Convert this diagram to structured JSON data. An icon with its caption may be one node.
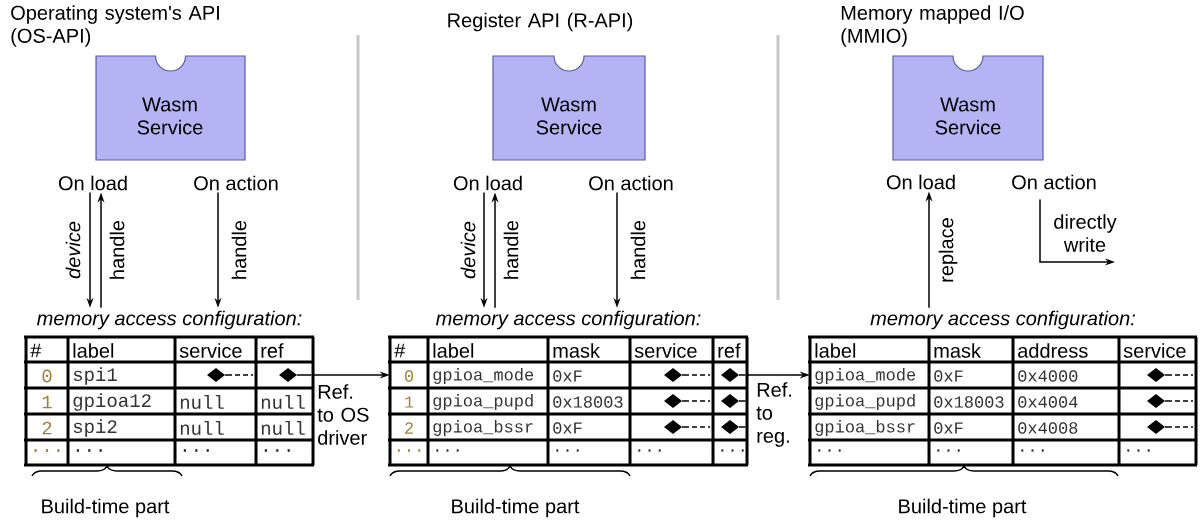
{
  "diagram": {
    "nodes": [
      {
        "text": [
          "Wasm Service"
        ]
      },
      {
        "text": [
          "On load"
        ]
      },
      {
        "text": [
          "On action"
        ]
      },
      {
        "text": [
          "memory access configuration:"
        ]
      },
      {
        "text": [
          "Wasm Service"
        ]
      },
      {
        "text": [
          "On load"
        ]
      },
      {
        "text": [
          "On action"
        ]
      },
      {
        "text": [
          "memory access configuration:"
        ]
      },
      {
        "text": [
          "Wasm Service"
        ]
      },
      {
        "text": [
          "On load"
        ]
      },
      {
        "text": [
          "On action"
        ]
      },
      {
        "text": [
          "memory access configuration:"
        ]
      }
    ],
    "edges": [
      {
        "from": 1,
        "to": 3,
        "arrow": "to",
        "label": "device"
      },
      {
        "from": 3,
        "to": 1,
        "arrow": "to",
        "label": "handle"
      },
      {
        "from": 2,
        "to": 3,
        "arrow": "to",
        "label": "handle"
      },
      {
        "from": 3,
        "to": 7,
        "arrow": "to",
        "label": "Ref. to OS driver"
      },
      {
        "from": 5,
        "to": 7,
        "arrow": "to",
        "label": "device"
      },
      {
        "from": 7,
        "to": 5,
        "arrow": "to",
        "label": "handle"
      },
      {
        "from": 6,
        "to": 7,
        "arrow": "to",
        "label": "handle"
      },
      {
        "from": 7,
        "to": 11,
        "arrow": "to",
        "label": "Ref. to reg."
      },
      {
        "from": 11,
        "to": 9,
        "arrow": "to",
        "label": "replace"
      },
      {
        "from": 10,
        "to": null,
        "arrow": "to",
        "label": "directly write"
      }
    ],
    "labels": [
      "Operating system's API (OS-API)",
      "Register API (R-API)",
      "Memory mapped I/O (MMIO)",
      "#",
      "label",
      "service",
      "ref",
      "0",
      "spi1",
      "1",
      "gpioa12",
      "null",
      "null",
      "2",
      "spi2",
      "null",
      "null",
      "...",
      "...",
      "...",
      "...",
      "#",
      "label",
      "mask",
      "service",
      "ref",
      "0",
      "gpioa_mode",
      "0xF",
      "1",
      "gpioa_pupd",
      "0x18003",
      "2",
      "gpioa_bssr",
      "0xF",
      "...",
      "...",
      "...",
      "...",
      "...",
      "label",
      "mask",
      "address",
      "service",
      "gpioa_mode",
      "0xF",
      "0x4000",
      "gpioa_pupd",
      "0x18003",
      "0x4004",
      "gpioa_bssr",
      "0xF",
      "0x4008",
      "...",
      "...",
      "...",
      "...",
      "Build-time part",
      "Build-time part",
      "Build-time part"
    ]
  }
}
